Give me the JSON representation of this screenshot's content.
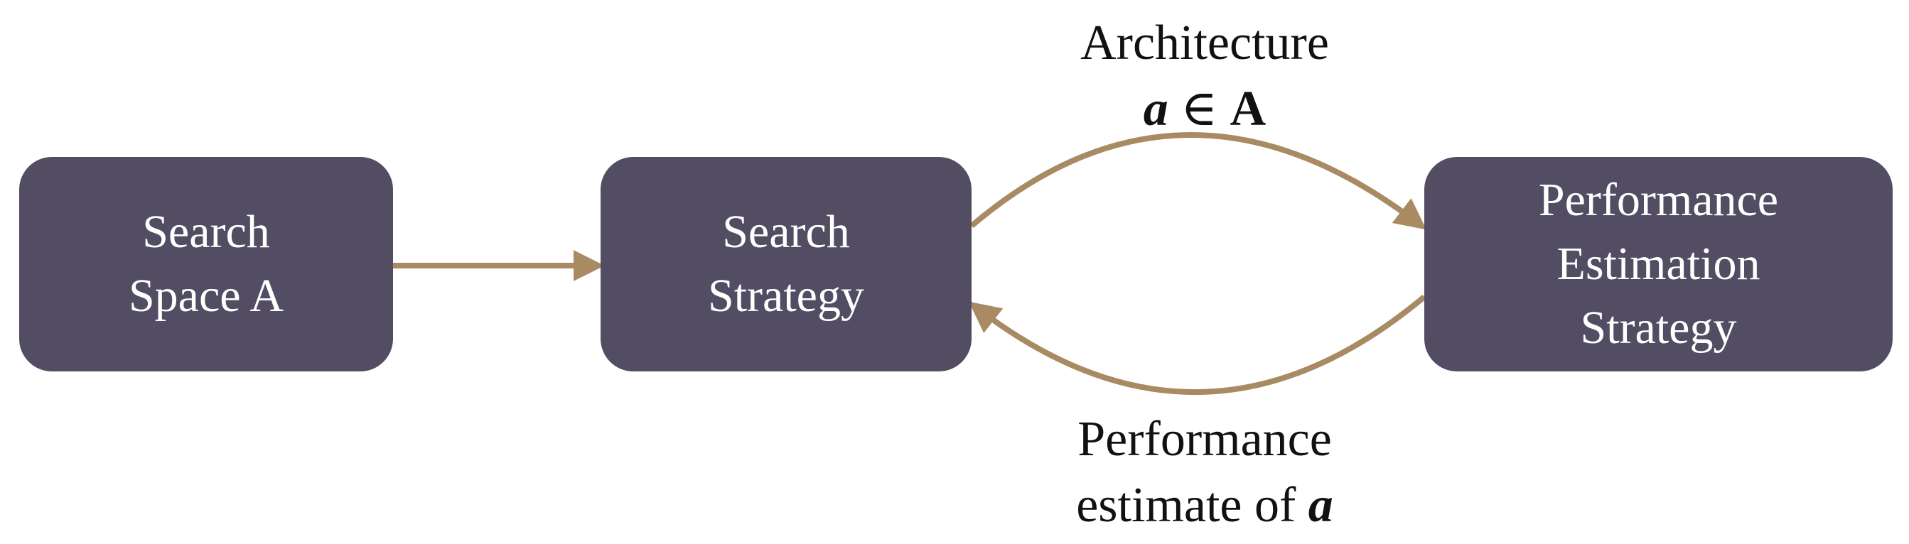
{
  "nodes": {
    "search_space": {
      "line1": "Search",
      "line2": "Space A"
    },
    "search_strategy": {
      "line1": "Search",
      "line2": "Strategy"
    },
    "performance_estimation": {
      "line1": "Performance",
      "line2": "Estimation",
      "line3": "Strategy"
    }
  },
  "edges": {
    "architecture": {
      "line1": "Architecture",
      "symbol_a": "a",
      "element_of": " ∈ ",
      "symbol_set": "A"
    },
    "performance_estimate": {
      "line1": "Performance",
      "line2_prefix": "estimate of ",
      "symbol_a": "a"
    }
  },
  "colors": {
    "node_fill": "#524d63",
    "node_text": "#ffffff",
    "arrow": "#a88a63",
    "label_text": "#111111"
  }
}
